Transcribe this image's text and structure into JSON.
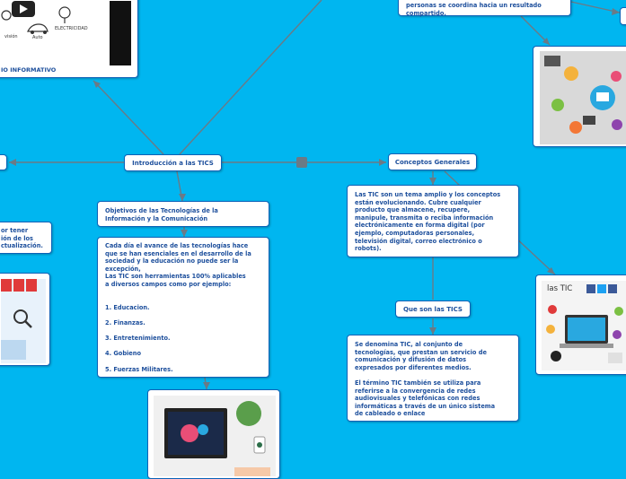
{
  "central": {
    "label": "Introducción a las TICS"
  },
  "top_left_card": {
    "caption": "IO INFORMATIVO",
    "labels": [
      "visión",
      "Auto",
      "ELECTRICIDAD"
    ]
  },
  "top_right_card": {
    "text": "personas se coordina hacia un resultado\ncompartido."
  },
  "left_partial_text": {
    "text": "or tener\nión de los\nctualización."
  },
  "objetivos": {
    "title": "Objetivos de las Tecnologías de la\nInformación y la Comunicación",
    "body": "Cada día el avance de las tecnologías hace\nque se han esenciales en el desarrollo de la\nsociedad y la educación no puede ser la\nexcepción,\nLas TIC son herramientas 100% aplicables\na diversos campos como por ejemplo:\n\n\n1. Educacion.\n\n2. Finanzas.\n\n3. Entretenimiento.\n\n4. Gobieno\n\n5. Fuerzas Militares."
  },
  "conceptos": {
    "title": "Conceptos Generales",
    "body": "Las TIC son un tema amplio y los conceptos\nestán evolucionando. Cubre cualquier\nproducto que almacene, recupere,\nmanipule, transmita o reciba información\nelectrónicamente en forma digital (por\nejemplo, computadoras personales,\ntelevisión digital, correo electrónico o\nrobots)."
  },
  "que_son": {
    "title": "Que son las TICS",
    "body": "Se denomina TIC, al conjunto de\ntecnologías, que prestan un servicio de\ncomunicación y difusión de datos\nexpresados por diferentes medios.\n\nEl término TIC también se utiliza para\nreferirse a la convergencia de redes\naudiovisuales y telefónicas con redes\ninformáticas a través de un único sistema\nde cableado o enlace"
  },
  "tic_image": {
    "label": "las TIC"
  },
  "colors": {
    "background": "#00b6f0",
    "border": "#0a62b8",
    "text": "#1d4f9c",
    "line": "#6b7a86"
  }
}
